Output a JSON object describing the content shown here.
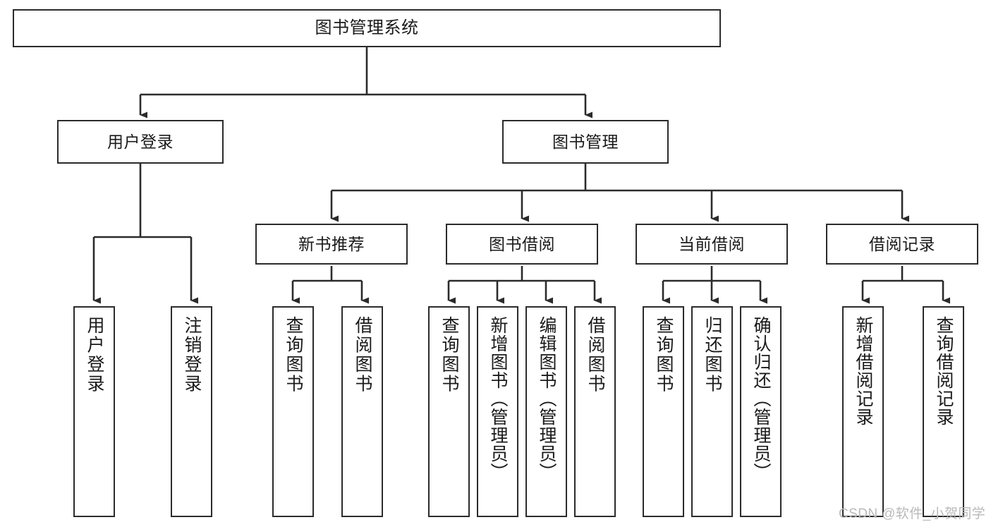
{
  "diagram": {
    "type": "tree-hierarchy",
    "title": "图书管理系统",
    "watermark": "CSDN @软件_小贺同学",
    "colors": {
      "box_border": "#2b2b2b",
      "box_fill": "#ffffff",
      "edge": "#2b2b2b",
      "text": "#1a1a1a",
      "watermark": "#b9b9b9"
    },
    "nodes": {
      "root": {
        "label": "图书管理系统",
        "level": 1
      },
      "user_login": {
        "label": "用户登录",
        "level": 2
      },
      "book_manage": {
        "label": "图书管理",
        "level": 2
      },
      "new_book_rec": {
        "label": "新书推荐",
        "level": 3
      },
      "book_borrow": {
        "label": "图书借阅",
        "level": 3
      },
      "current_borrow": {
        "label": "当前借阅",
        "level": 3
      },
      "borrow_record": {
        "label": "借阅记录",
        "level": 3
      },
      "leaf_user_login": {
        "label": "用户登录",
        "level": 4
      },
      "leaf_logout": {
        "label": "注销登录",
        "level": 4
      },
      "leaf_query_book_1": {
        "label": "查询图书",
        "level": 4
      },
      "leaf_borrow_book_1": {
        "label": "借阅图书",
        "level": 4
      },
      "leaf_query_book_2": {
        "label": "查询图书",
        "level": 4
      },
      "leaf_add_book": {
        "label": "新增图书（管理员）",
        "level": 4
      },
      "leaf_edit_book": {
        "label": "编辑图书（管理员）",
        "level": 4
      },
      "leaf_borrow_book_2": {
        "label": "借阅图书",
        "level": 4
      },
      "leaf_query_book_3": {
        "label": "查询图书",
        "level": 4
      },
      "leaf_return_book": {
        "label": "归还图书",
        "level": 4
      },
      "leaf_confirm_return": {
        "label": "确认归还（管理员）",
        "level": 4
      },
      "leaf_add_record": {
        "label": "新增借阅记录",
        "level": 4
      },
      "leaf_query_record": {
        "label": "查询借阅记录",
        "level": 4
      }
    },
    "edges": [
      {
        "from": "root",
        "to": "user_login"
      },
      {
        "from": "root",
        "to": "book_manage"
      },
      {
        "from": "book_manage",
        "to": "new_book_rec"
      },
      {
        "from": "book_manage",
        "to": "book_borrow"
      },
      {
        "from": "book_manage",
        "to": "current_borrow"
      },
      {
        "from": "book_manage",
        "to": "borrow_record"
      },
      {
        "from": "user_login",
        "to": "leaf_user_login"
      },
      {
        "from": "user_login",
        "to": "leaf_logout"
      },
      {
        "from": "new_book_rec",
        "to": "leaf_query_book_1"
      },
      {
        "from": "new_book_rec",
        "to": "leaf_borrow_book_1"
      },
      {
        "from": "book_borrow",
        "to": "leaf_query_book_2"
      },
      {
        "from": "book_borrow",
        "to": "leaf_add_book"
      },
      {
        "from": "book_borrow",
        "to": "leaf_edit_book"
      },
      {
        "from": "book_borrow",
        "to": "leaf_borrow_book_2"
      },
      {
        "from": "current_borrow",
        "to": "leaf_query_book_3"
      },
      {
        "from": "current_borrow",
        "to": "leaf_return_book"
      },
      {
        "from": "current_borrow",
        "to": "leaf_confirm_return"
      },
      {
        "from": "borrow_record",
        "to": "leaf_add_record"
      },
      {
        "from": "borrow_record",
        "to": "leaf_query_record"
      }
    ]
  }
}
